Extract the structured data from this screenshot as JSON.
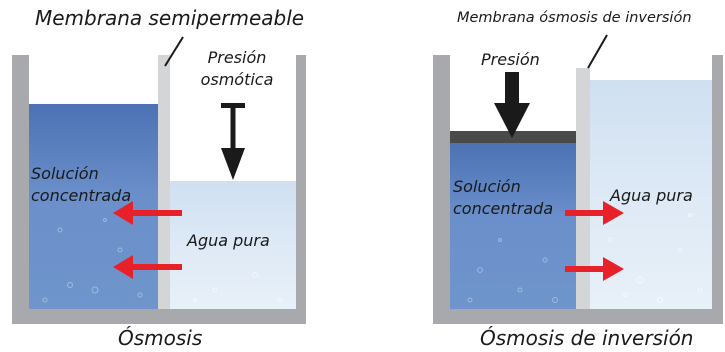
{
  "left_panel": {
    "membrane_label": "Membrana semipermeable",
    "pressure_label_line1": "Presión",
    "pressure_label_line2": "osmótica",
    "concentrated_label_line1": "Solución",
    "concentrated_label_line2": "concentrada",
    "pure_water_label": "Agua pura",
    "caption": "Ósmosis"
  },
  "right_panel": {
    "membrane_label": "Membrana ósmosis de inversión",
    "pressure_label": "Presión",
    "concentrated_label_line1": "Solución",
    "concentrated_label_line2": "concentrada",
    "pure_water_label": "Agua pura",
    "caption": "Ósmosis de inversión"
  },
  "colors": {
    "flow_arrow": "#e8202a",
    "pressure_arrow": "#1a1a1a",
    "wall": "#a7a9ac",
    "concentrated_solution": "#5b80c0",
    "pure_water": "#dbe7f4"
  }
}
